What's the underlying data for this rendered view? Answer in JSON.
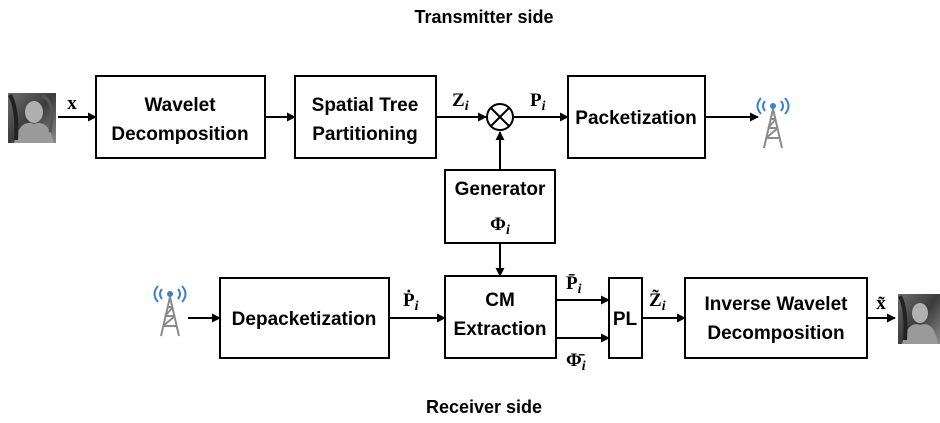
{
  "titles": {
    "transmitter": "Transmitter side",
    "receiver": "Receiver side"
  },
  "blocks": {
    "wavelet": [
      "Wavelet",
      "Decomposition"
    ],
    "spatial_tree": [
      "Spatial Tree",
      "Partitioning"
    ],
    "packetization": "Packetization",
    "generator": "Generator",
    "depacketization": "Depacketization",
    "cm_extraction": [
      "CM",
      "Extraction"
    ],
    "pl": "PL",
    "inverse_wavelet": [
      "Inverse Wavelet",
      "Decomposition"
    ]
  },
  "signals": {
    "x_in": "x",
    "z": {
      "base": "Z",
      "sub": "i"
    },
    "p": {
      "base": "P",
      "sub": "i"
    },
    "phi": {
      "base": "Φ",
      "sub": "i"
    },
    "p_dot": {
      "base": "Ṗ",
      "sub": "i"
    },
    "p_bar": {
      "base": "P̄",
      "sub": "i"
    },
    "phi_bar": {
      "base": "Φ̄",
      "sub": "i"
    },
    "z_tilde": {
      "base": "Z̃",
      "sub": "i"
    },
    "x_out": "x̃"
  },
  "icons": {
    "input_image": "portrait-image-icon",
    "output_image": "portrait-image-icon",
    "transmit_antenna": "antenna-tower-icon",
    "receive_antenna": "antenna-tower-icon",
    "multiplier": "multiplier-circle-icon"
  },
  "colors": {
    "line": "#000000",
    "antenna_waves": "#3a7fd0",
    "tower": "#8a8a8a"
  }
}
